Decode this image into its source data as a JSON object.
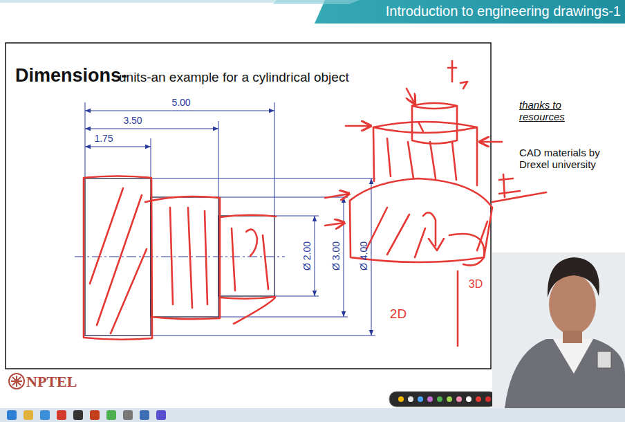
{
  "diagram": {
    "title": "Dimensions-",
    "labels": [
      "Introduction to engineering drawings-1",
      "units-an example for a cylindrical object",
      "thanks to resources",
      "CAD materials by Drexel university",
      "5.00",
      "3.50",
      "1.75",
      "Ø 2.00",
      "Ø 3.00",
      "Ø 4.00",
      "2D",
      "3D",
      "NPTEL"
    ]
  }
}
